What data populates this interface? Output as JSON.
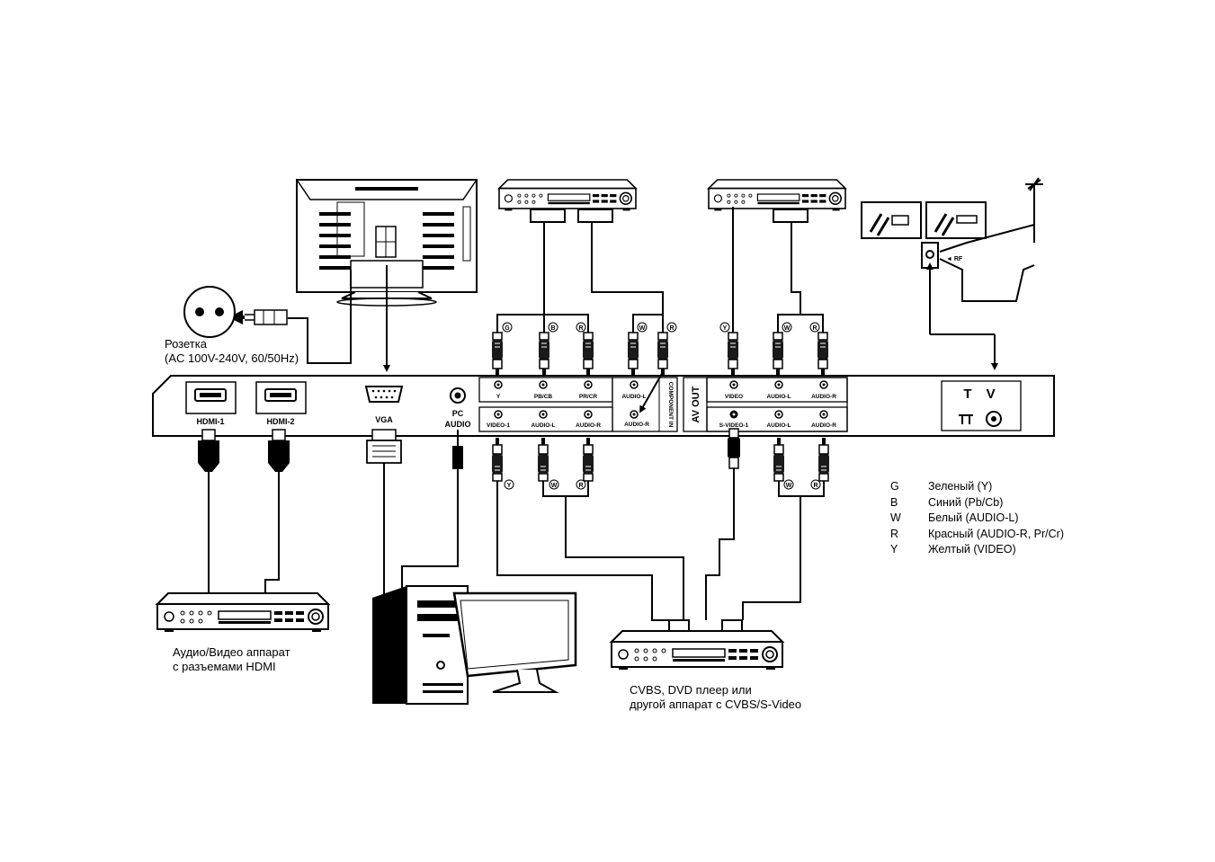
{
  "panel": {
    "hdmi1": "HDMI-1",
    "hdmi2": "HDMI-2",
    "vga": "VGA",
    "pc_audio_1": "PC",
    "pc_audio_2": "AUDIO",
    "component": {
      "y": "Y",
      "pbcb": "PB/CB",
      "prcr": "PR/CR",
      "audio_l": "AUDIO-L",
      "audio_r": "AUDIO-R",
      "vertical": "COMPONENT IN"
    },
    "av_in": {
      "video1": "VIDEO-1",
      "audio_l": "AUDIO-L",
      "audio_r": "AUDIO-R"
    },
    "av_out": {
      "title": "AV OUT",
      "video": "VIDEO",
      "audio_l": "AUDIO-L",
      "audio_r": "AUDIO-R"
    },
    "svideo": {
      "svideo1": "S-VIDEO-1",
      "audio_l": "AUDIO-L",
      "audio_r": "AUDIO-R"
    },
    "tv": "T V",
    "rf": "◄ RF"
  },
  "plug_letters": {
    "component": [
      "G",
      "B",
      "R",
      "W",
      "R"
    ],
    "av_out": [
      "Y",
      "W",
      "R"
    ],
    "av_in_y": "Y",
    "av_in_wr": [
      "W",
      "R"
    ],
    "svideo_wr": [
      "W",
      "R"
    ]
  },
  "labels": {
    "socket_line1": "Розетка",
    "socket_line2": "(AC 100V-240V, 60/50Hz)",
    "hdmi_device_line1": "Аудио/Видео аппарат",
    "hdmi_device_line2": "с разъемами HDMI",
    "cvbs_line1": "CVBS, DVD плеер или",
    "cvbs_line2": "другой аппарат с CVBS/S-Video"
  },
  "legend": [
    {
      "key": "G",
      "value": "Зеленый (Y)"
    },
    {
      "key": "B",
      "value": "Синий (Pb/Cb)"
    },
    {
      "key": "W",
      "value": "Белый (AUDIO-L)"
    },
    {
      "key": "R",
      "value": "Красный (AUDIO-R, Pr/Cr)"
    },
    {
      "key": "Y",
      "value": "Желтый (VIDEO)"
    }
  ]
}
